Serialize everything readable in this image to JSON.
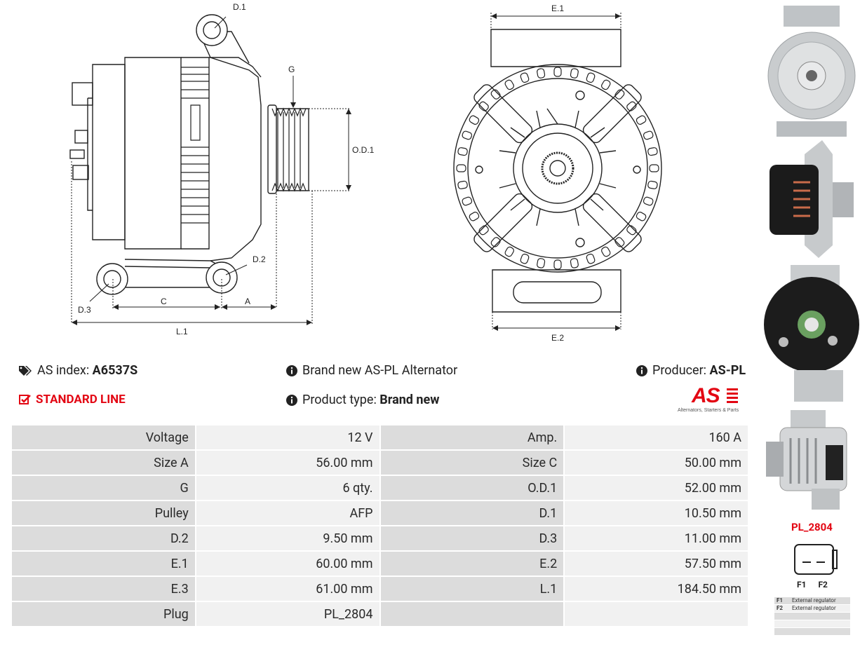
{
  "drawing_left": {
    "labels": {
      "d1": "D.1",
      "g": "G",
      "od1": "O.D.1",
      "d2": "D.2",
      "d3": "D.3",
      "c": "C",
      "a": "A",
      "l1": "L.1"
    }
  },
  "drawing_right": {
    "labels": {
      "e1": "E.1",
      "e2": "E.2"
    }
  },
  "info": {
    "as_index_label": "AS index:",
    "as_index_value": "A6537S",
    "line": "STANDARD LINE",
    "brand_new_text": "Brand new AS-PL Alternator",
    "product_type_label": "Product type:",
    "product_type_value": "Brand new",
    "producer_label": "Producer:",
    "producer_value": "AS-PL"
  },
  "logo": {
    "mark": "AS",
    "tagline": "Alternators, Starters & Parts",
    "color": "#e30613"
  },
  "specs": [
    [
      "Voltage",
      "12 V",
      "Amp.",
      "160 A"
    ],
    [
      "Size A",
      "56.00 mm",
      "Size C",
      "50.00 mm"
    ],
    [
      "G",
      "6 qty.",
      "O.D.1",
      "52.00 mm"
    ],
    [
      "Pulley",
      "AFP",
      "D.1",
      "10.50 mm"
    ],
    [
      "D.2",
      "9.50 mm",
      "D.3",
      "11.00 mm"
    ],
    [
      "E.1",
      "60.00 mm",
      "E.2",
      "57.50 mm"
    ],
    [
      "E.3",
      "61.00 mm",
      "L.1",
      "184.50 mm"
    ],
    [
      "Plug",
      "PL_2804",
      "",
      ""
    ]
  ],
  "plug": {
    "code": "PL_2804",
    "pins": [
      "F1",
      "F2"
    ],
    "legend": [
      {
        "pin": "F1",
        "text": "External regulator"
      },
      {
        "pin": "F2",
        "text": "External regulator"
      }
    ]
  },
  "colors": {
    "accent": "#e30613",
    "key_cell": "#dcdcdc",
    "value_cell": "#f1f1f1"
  }
}
